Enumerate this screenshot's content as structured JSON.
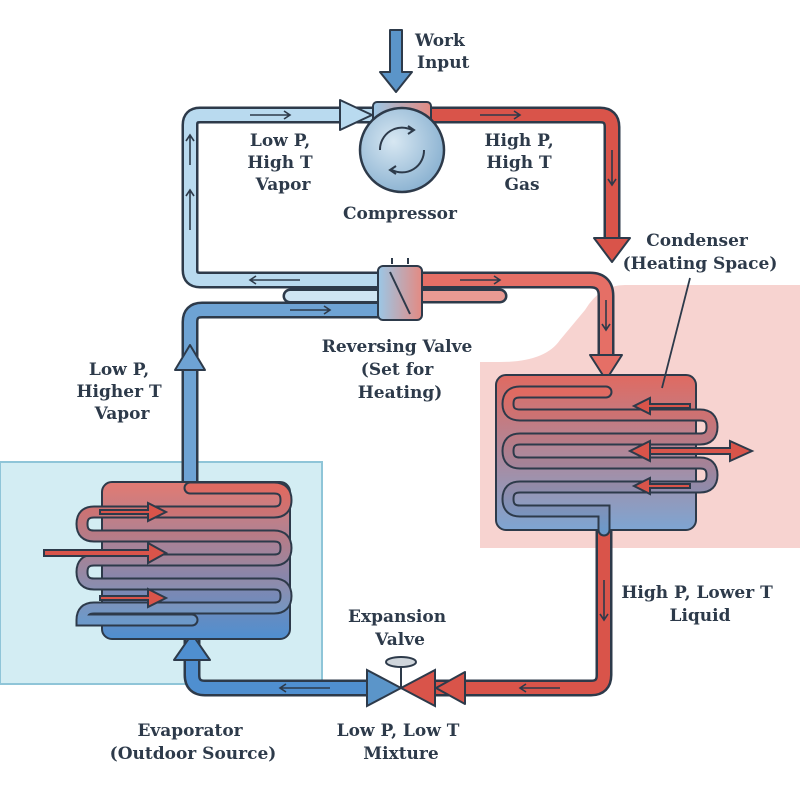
{
  "labels": {
    "work_input": [
      "Work",
      "Input"
    ],
    "low_p_high_t_vapor": [
      "Low P,",
      "High T",
      "Vapor"
    ],
    "high_p_high_t_gas": [
      "High P,",
      "High T",
      "Gas"
    ],
    "compressor": "Compressor",
    "condenser": [
      "Condenser",
      "(Heating Space)"
    ],
    "reversing_valve": [
      "Reversing Valve",
      "(Set for",
      "Heating)"
    ],
    "low_p_higher_t_vapor": [
      "Low P,",
      "Higher T",
      "Vapor"
    ],
    "high_p_lower_t_liquid": [
      "High P, Lower T",
      "Liquid"
    ],
    "expansion_valve": [
      "Expansion",
      "Valve"
    ],
    "low_p_low_t_mixture": [
      "Low P, Low T",
      "Mixture"
    ],
    "evaporator": [
      "Evaporator",
      "(Outdoor Source)"
    ]
  },
  "colors": {
    "hot": "#d9544a",
    "hot_light": "#f4c9c5",
    "cold": "#5b95c9",
    "cold_light": "#b9daef",
    "outline": "#2d3a4a",
    "outdoor_bg": "#d3edf3",
    "indoor_bg": "#f7d3d0"
  }
}
